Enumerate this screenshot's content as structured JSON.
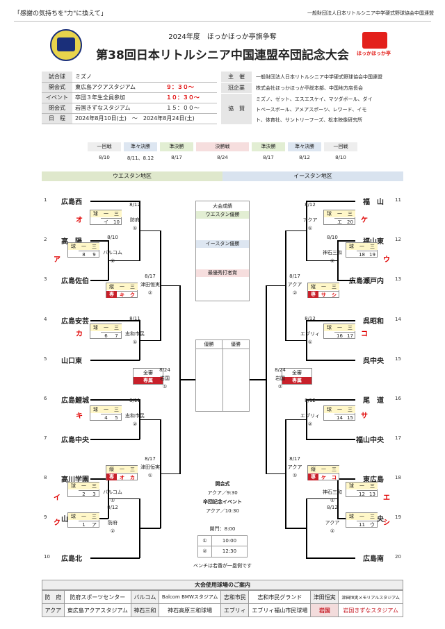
{
  "top_left": "「感謝の気持ちを\"力\"に換えて」",
  "top_right": "一般財団法人日本リトルシニア中学硬式野球協会中国連盟",
  "subtitle": "2024年度　ほっかほっか亭旗争奪",
  "title": "第38回日本リトルシニア中国連盟卒団記念大会",
  "logo_text": "ほっかほっか亭",
  "info_left": [
    {
      "label": "試合球",
      "value": "ミズノ",
      "extra": ""
    },
    {
      "label": "開会式",
      "value": "東広島アクアスタジアム",
      "extra": "９：３０～"
    },
    {
      "label": "イベント",
      "value": "卒団３年生全員参加",
      "extra": "１０：３０～"
    },
    {
      "label": "閉会式",
      "value": "岩国きずなスタジアム",
      "extra": "１５：００～"
    },
    {
      "label": "日　程",
      "value": "2024年8月10日(土)　～　2024年8月24日(土)",
      "extra": ""
    }
  ],
  "info_right": {
    "host_label": "主　催",
    "host": "一般財団法人日本リトルシニア中学硬式野球協会中国連盟",
    "sponsor_label": "冠企業",
    "sponsor": "株式会社ほっかほっか亭総本部、中国地方店長会",
    "support_label": "協　賛",
    "support": [
      "ミズノ、ゼット、エスエスケイ、マツダボール、ダイ",
      "トベースボール、アメアスポーツ、レワード、イモ",
      "ト、体育社、サントリーフーズ、松本映像研究所"
    ]
  },
  "schedule": [
    {
      "label": "一回戦",
      "date": "8/10"
    },
    {
      "label": "準々決勝",
      "date": "8/11、8.12"
    },
    {
      "label": "準決勝",
      "date": "8/17"
    },
    {
      "label": "決勝戦",
      "date": "8/24"
    },
    {
      "label": "準決勝",
      "date": "8/17"
    },
    {
      "label": "準々決勝",
      "date": "8/12"
    },
    {
      "label": "一回戦",
      "date": "8/10"
    }
  ],
  "west_label": "ウエスタン地区",
  "east_label": "イースタン地区",
  "left_teams": [
    {
      "n": "1",
      "name": "広島西"
    },
    {
      "n": "2",
      "name": "高　陽"
    },
    {
      "n": "3",
      "name": "広島佐伯"
    },
    {
      "n": "4",
      "name": "広島安芸"
    },
    {
      "n": "5",
      "name": "山口東"
    },
    {
      "n": "6",
      "name": "広島鯉城"
    },
    {
      "n": "7",
      "name": "広島中央"
    },
    {
      "n": "8",
      "name": "高川学園"
    },
    {
      "n": "9",
      "name": "山口中央"
    },
    {
      "n": "10",
      "name": "広島北"
    }
  ],
  "right_teams": [
    {
      "n": "11",
      "name": "福　山"
    },
    {
      "n": "12",
      "name": "福山東"
    },
    {
      "n": "13",
      "name": "広島瀬戸内"
    },
    {
      "n": "14",
      "name": "呉昭和"
    },
    {
      "n": "15",
      "name": "呉中央"
    },
    {
      "n": "16",
      "name": "尾　道"
    },
    {
      "n": "17",
      "name": "福山中央"
    },
    {
      "n": "18",
      "name": "東広島"
    },
    {
      "n": "19",
      "name": "三原中央"
    },
    {
      "n": "20",
      "name": "広島南"
    }
  ],
  "hdr": {
    "ball": "球",
    "one": "一",
    "three": "三",
    "vert": "縦",
    "all": "全審",
    "sen": "専",
    "senzoku": "専属"
  },
  "matches": {
    "L1": {
      "date": "8/12",
      "place": "防府",
      "no": "①",
      "kana": "オ",
      "a": "イ",
      "b": "10"
    },
    "L2": {
      "date": "8/10",
      "place": "バルコム",
      "no": "②",
      "kana": "ア",
      "a": "8",
      "b": "9"
    },
    "L3": {
      "date": "8/17",
      "place": "津田恒実",
      "no": "②",
      "a": "キ",
      "b": "ク"
    },
    "L4": {
      "date": "8/11",
      "place": "志和市民",
      "no": "①",
      "kana": "カ",
      "a": "6",
      "b": "7"
    },
    "L5": {
      "date": "8/11",
      "place": "志和市民",
      "no": "②",
      "kana": "キ",
      "a": "4",
      "b": "5"
    },
    "L6": {
      "date": "8/17",
      "place": "津田恒実",
      "no": "①",
      "a": "オ",
      "b": "カ"
    },
    "L7": {
      "date": "8/10",
      "place": "バルコム",
      "no": "①",
      "kana": "イ",
      "a": "2",
      "b": "3"
    },
    "L8": {
      "date": "8/12",
      "place": "防府",
      "no": "②",
      "kana": "ク",
      "a": "1",
      "b": "ア"
    },
    "LF": {
      "date": "8/24",
      "place": "岩国",
      "no": "①"
    },
    "R1": {
      "date": "8/12",
      "place": "アクア",
      "no": "①",
      "kana": "ケ",
      "a": "エ",
      "b": "20"
    },
    "R2": {
      "date": "8/10",
      "place": "神石三和",
      "no": "②",
      "kana": "ウ",
      "a": "18",
      "b": "19"
    },
    "R3": {
      "date": "8/17",
      "place": "アクア",
      "no": "②",
      "a": "サ",
      "b": "シ"
    },
    "R4": {
      "date": "8/12",
      "place": "エブリィ",
      "no": "①",
      "kana": "コ",
      "a": "16",
      "b": "17"
    },
    "R5": {
      "date": "8/12",
      "place": "エブリィ",
      "no": "②",
      "kana": "サ",
      "a": "14",
      "b": "15"
    },
    "R6": {
      "date": "8/17",
      "place": "アクア",
      "no": "①",
      "a": "ケ",
      "b": "コ"
    },
    "R7": {
      "date": "8/10",
      "place": "神石三和",
      "no": "①",
      "kana": "エ",
      "a": "12",
      "b": "13"
    },
    "R8": {
      "date": "8/12",
      "place": "アクア",
      "no": "②",
      "kana": "シ",
      "a": "11",
      "b": "ウ"
    },
    "RF": {
      "date": "8/24",
      "place": "岩国",
      "no": "②"
    }
  },
  "results": {
    "title": "大会成績",
    "west": "ウエスタン優勝",
    "east": "イースタン優勝",
    "best": "最優秀打者賞"
  },
  "champion": {
    "a": "優勝",
    "b": "優勝"
  },
  "ceremony": {
    "title": "開会式",
    "place1": "アクア／9:30",
    "event": "卒団記念イベント",
    "place2": "アクア／10:30",
    "gate": "開門：8:00",
    "t1_no": "①",
    "t1": "10:00",
    "t2_no": "②",
    "t2": "12:30",
    "bench": "ベンチは若番が一塁側です"
  },
  "footer": {
    "title": "大会使用球場のご案内",
    "row1": [
      "防　府",
      "防府スポーツセンター",
      "バルコム",
      "Balcom BMWスタジアム",
      "志和市民",
      "志和市民グランド",
      "津田恒実",
      "津田恒実メモリアルスタジアム"
    ],
    "row2": [
      "アクア",
      "東広島アクアスタジアム",
      "神石三和",
      "神石高原三和球場",
      "エブリィ",
      "エブリィ福山市民球場",
      "岩国",
      "岩国きずなスタジアム"
    ]
  },
  "colors": {
    "accent": "#e00000",
    "west_bar": "#dfe8cc",
    "east_bar": "#d9e3ef",
    "yellow": "#fff7c8",
    "red_cell": "#c8202a"
  }
}
